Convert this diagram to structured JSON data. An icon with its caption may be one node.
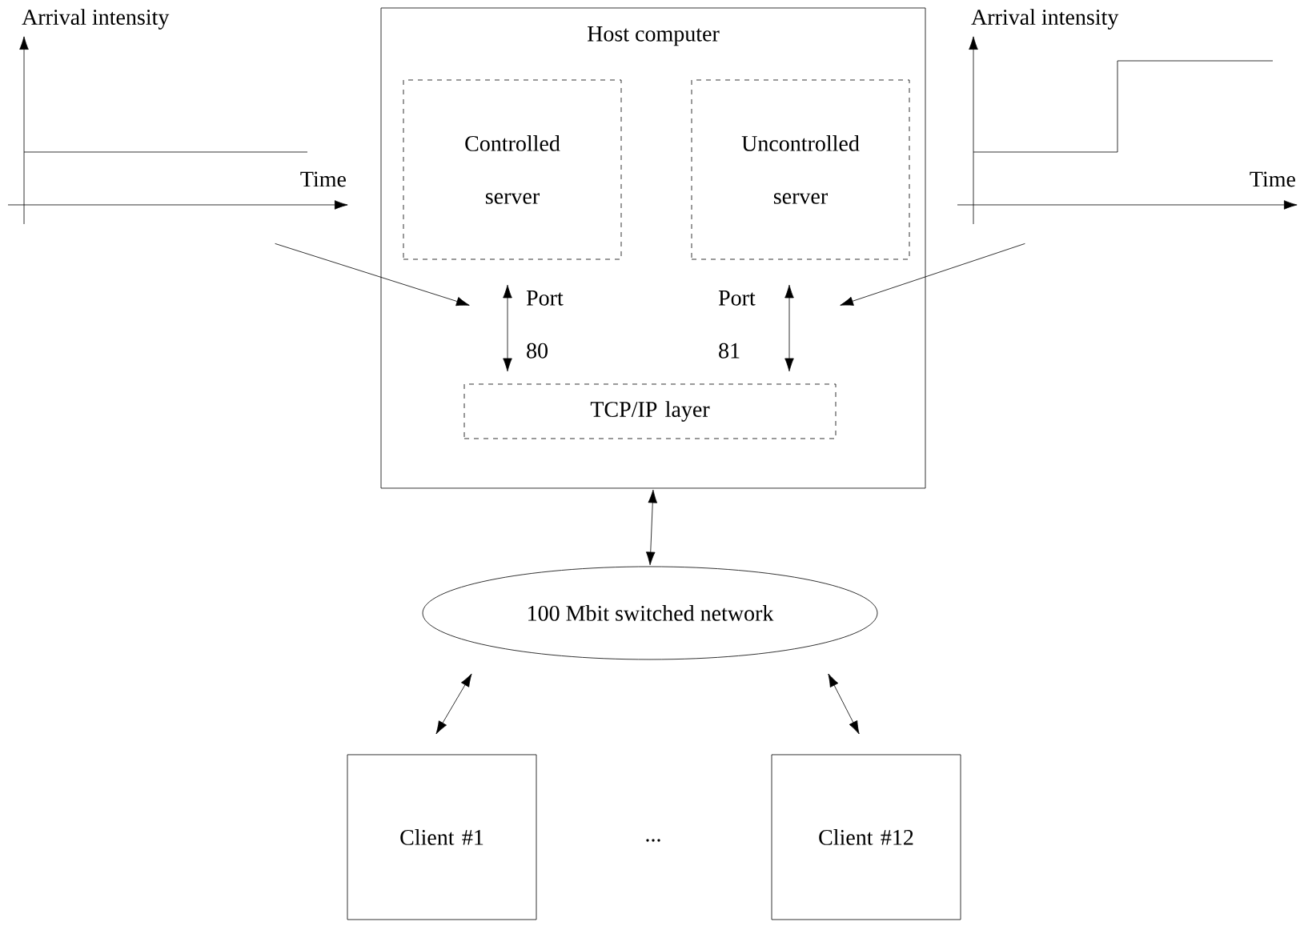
{
  "diagram": {
    "nodes": [
      {
        "text": [
          "Host computer"
        ]
      },
      {
        "text": [
          "Controlled server"
        ],
        "in": 0
      },
      {
        "text": [
          "Uncontrolled server"
        ],
        "in": 0
      },
      {
        "text": [
          "TCP/IP layer"
        ],
        "in": 0
      },
      {
        "text": [
          "100 Mbit switched network"
        ]
      },
      {
        "text": [
          "Client #1"
        ]
      },
      {
        "text": [
          "Client #12"
        ]
      },
      {
        "text": [
          "Arrival intensity",
          "Time"
        ]
      },
      {
        "text": [
          "Arrival intensity",
          "Time"
        ]
      }
    ],
    "edges": [
      {
        "from": 1,
        "to": 3,
        "arrow": "both",
        "label": "Port 80"
      },
      {
        "from": 2,
        "to": 3,
        "arrow": "both",
        "label": "Port 81"
      },
      {
        "from": 7,
        "to": null,
        "arrow": "to"
      },
      {
        "from": 8,
        "to": null,
        "arrow": "to"
      },
      {
        "from": 0,
        "to": 4,
        "arrow": "both"
      },
      {
        "from": 4,
        "to": 5,
        "arrow": "both"
      },
      {
        "from": 4,
        "to": 6,
        "arrow": "both"
      }
    ],
    "labels": [
      "..."
    ]
  }
}
